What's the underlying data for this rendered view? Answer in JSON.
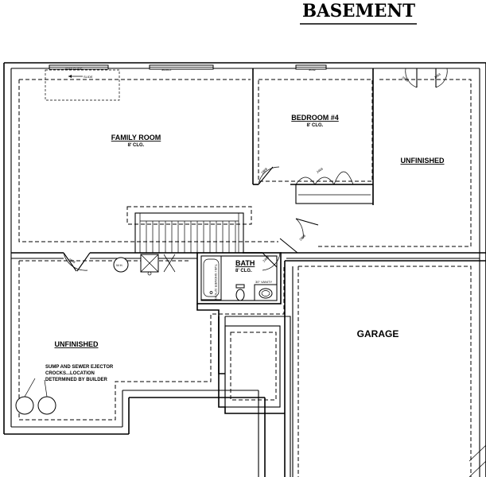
{
  "title": "BASEMENT",
  "rooms": {
    "family_room": {
      "name": "FAMILY ROOM",
      "ceiling": "8' CLG."
    },
    "bedroom": {
      "name": "BEDROOM #4",
      "ceiling": "8' CLG."
    },
    "unfinished_right": {
      "name": "UNFINISHED"
    },
    "unfinished_left": {
      "name": "UNFINISHED"
    },
    "bath": {
      "name": "BATH",
      "ceiling": "8' CLG."
    },
    "garage": {
      "name": "GARAGE"
    }
  },
  "fixtures": {
    "water_heater": "W.H.",
    "tub_shower": "TUB / SHOWER 32\"X 60\"",
    "vanity": "30\" VANITY"
  },
  "notes": {
    "slide": "SLIDE",
    "sump_line1": "SUMP AND SEWER EJECTOR",
    "sump_line2": "CROCKS...LOCATION",
    "sump_line3": "DETERMINED BY BUILDER"
  },
  "window_tags": {
    "w1": "6068 SLIDE",
    "w2": "3653-2",
    "w3": "3052"
  },
  "door_tags": {
    "d1": "2868",
    "d2": "2868",
    "d3": "2468",
    "d4": "2868",
    "d5": "2868",
    "d6": "2468",
    "d7": "2868"
  }
}
